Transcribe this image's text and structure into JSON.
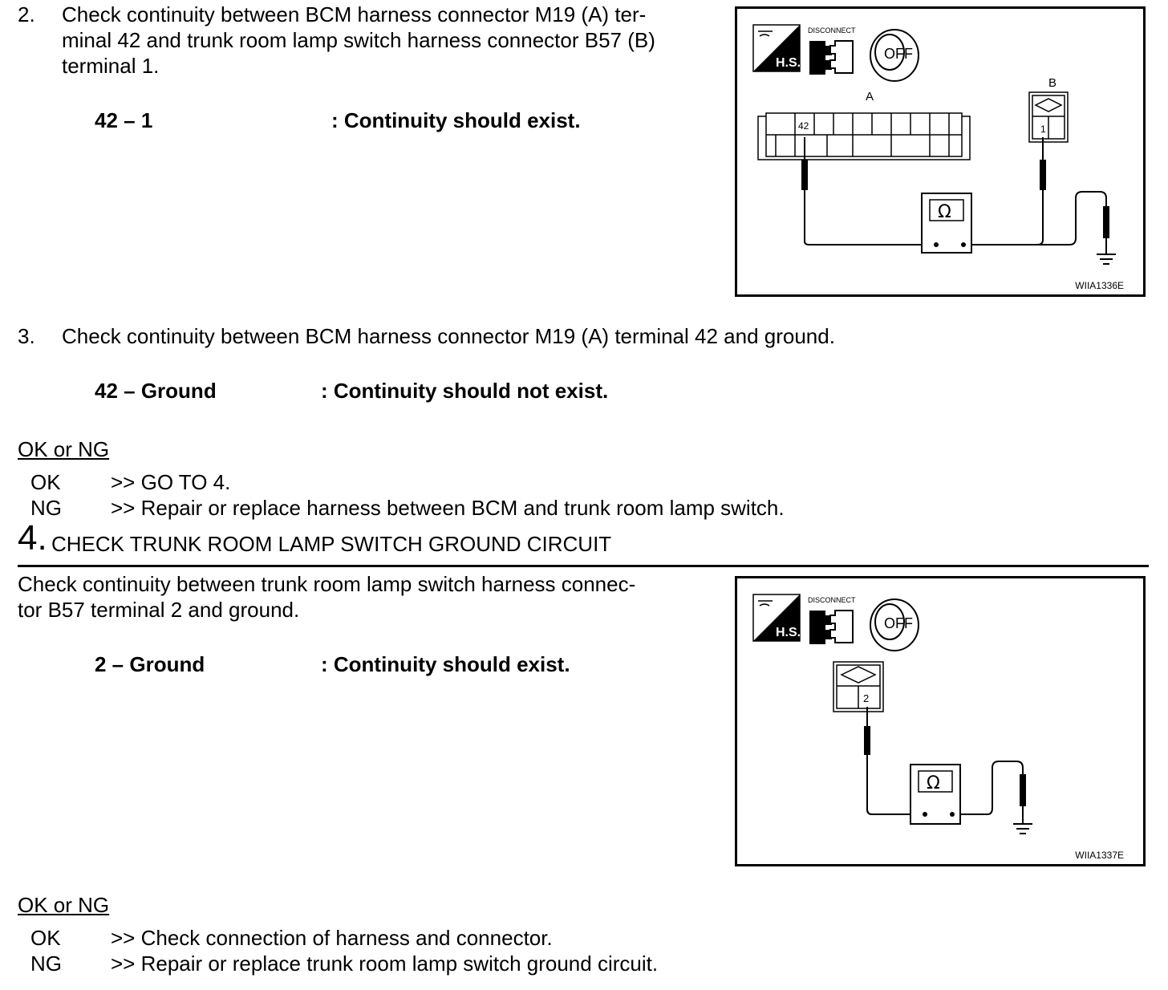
{
  "step2": {
    "number": "2.",
    "line1": "Check continuity between BCM harness connector M19 (A) ter-",
    "line2": "minal 42 and trunk room lamp switch harness connector B57 (B)",
    "line3": "terminal 1.",
    "spec_label": "42 – 1",
    "spec_value": ": Continuity should exist."
  },
  "figure1": {
    "code": "WIIA1336E",
    "hs_label": "H.S.",
    "disconnect_label": "DISCONNECT",
    "off_label": "OFF",
    "connector_a_label": "A",
    "connector_b_label": "B",
    "terminal_a": "42",
    "terminal_b": "1",
    "ohm_symbol": "Ω"
  },
  "step3": {
    "number": "3.",
    "text": "Check continuity between BCM harness connector M19 (A) terminal 42 and ground.",
    "spec_label": "42 – Ground",
    "spec_value": ": Continuity should not exist."
  },
  "result1": {
    "heading": "OK or NG",
    "ok_label": "OK",
    "ok_text": ">> GO TO 4.",
    "ng_label": "NG",
    "ng_text": ">> Repair or replace harness between BCM and trunk room lamp switch."
  },
  "step4": {
    "number": "4.",
    "title": "CHECK TRUNK ROOM LAMP SWITCH GROUND CIRCUIT",
    "line1": "Check continuity between trunk room lamp switch harness connec-",
    "line2": "tor B57 terminal 2 and ground.",
    "spec_label": "2 – Ground",
    "spec_value": ": Continuity should exist."
  },
  "figure2": {
    "code": "WIIA1337E",
    "hs_label": "H.S.",
    "disconnect_label": "DISCONNECT",
    "off_label": "OFF",
    "terminal": "2",
    "ohm_symbol": "Ω"
  },
  "result2": {
    "heading": "OK or NG",
    "ok_label": "OK",
    "ok_text": ">> Check connection of harness and connector.",
    "ng_label": "NG",
    "ng_text": ">> Repair or replace trunk room lamp switch ground circuit."
  }
}
